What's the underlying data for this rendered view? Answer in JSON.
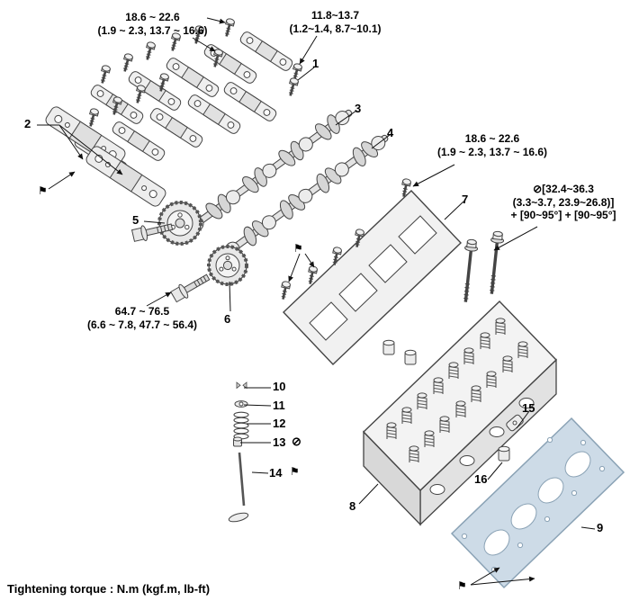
{
  "diagram": {
    "footer_note": "Tightening torque : N.m (kgf.m, lb-ft)"
  },
  "torque_notes": {
    "bearing_cap_bolts": {
      "line1": "18.6 ~ 22.6",
      "line2": "(1.9 ~ 2.3, 13.7 ~ 16.6)"
    },
    "carrier_center_bolts": {
      "line1": "11.8~13.7",
      "line2": "(1.2~1.4, 8.7~10.1)"
    },
    "carrier_side_bolts": {
      "line1": "18.6 ~ 22.6",
      "line2": "(1.9 ~ 2.3, 13.7 ~ 16.6)"
    },
    "cylinder_head_bolts": {
      "line1": "[32.4~36.3",
      "line2": "(3.3~3.7, 23.9~26.8)]",
      "line3": "+ [90~95°] + [90~95°]"
    },
    "camshaft_sprocket_bolt": {
      "line1": "64.7 ~ 76.5",
      "line2": "(6.6 ~ 7.8, 47.7 ~ 56.4)"
    }
  },
  "callouts": {
    "c1": "1",
    "c2": "2",
    "c3": "3",
    "c4": "4",
    "c5": "5",
    "c6": "6",
    "c7": "7",
    "c8": "8",
    "c9": "9",
    "c10": "10",
    "c11": "11",
    "c12": "12",
    "c13": "13",
    "c14": "14",
    "c15": "15",
    "c16": "16"
  },
  "icons": {
    "do_not_reuse": "⊘",
    "front_mark": "⚑"
  }
}
